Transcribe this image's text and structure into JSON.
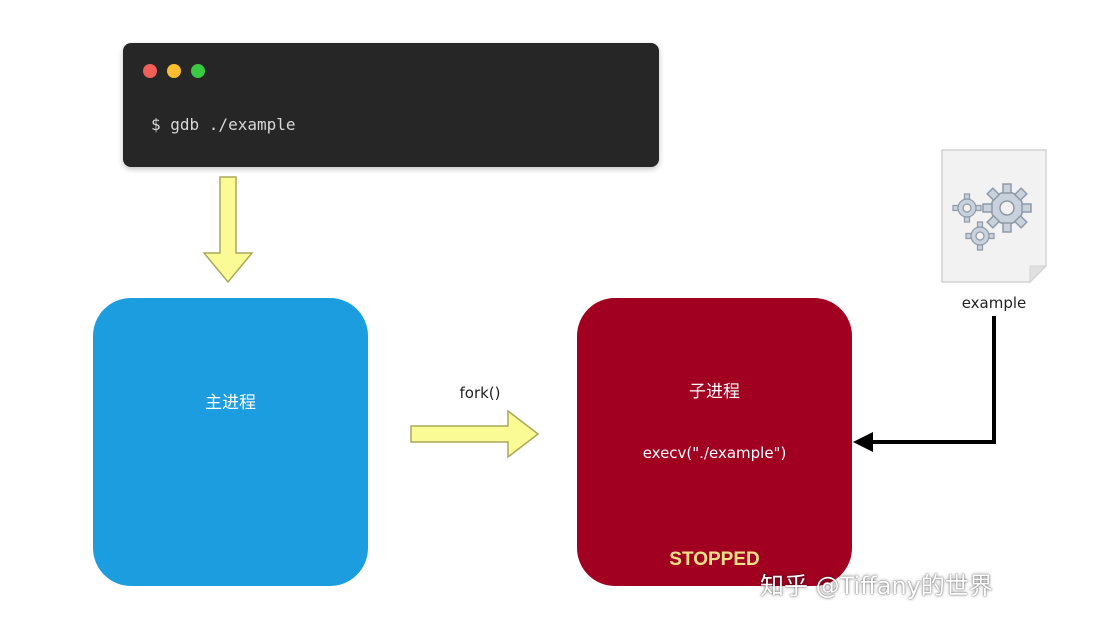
{
  "terminal": {
    "command": "$ gdb ./example",
    "dot_colors": [
      "#f25f58",
      "#fbbe2e",
      "#3ac943"
    ]
  },
  "parent_process": {
    "label": "主进程",
    "color": "#1c9ddf"
  },
  "fork_call": {
    "label": "fork()"
  },
  "child_process": {
    "label": "子进程",
    "exec_call": "execv(\"./example\")",
    "status": "STOPPED",
    "color": "#a10020",
    "status_color": "#f3e08a"
  },
  "executable": {
    "label": "example",
    "icon": "gears-document-icon"
  },
  "arrow_fill": "#fbfb96",
  "arrow_stroke": "#a9a95a",
  "watermark": "知乎 @Tiffany的世界"
}
